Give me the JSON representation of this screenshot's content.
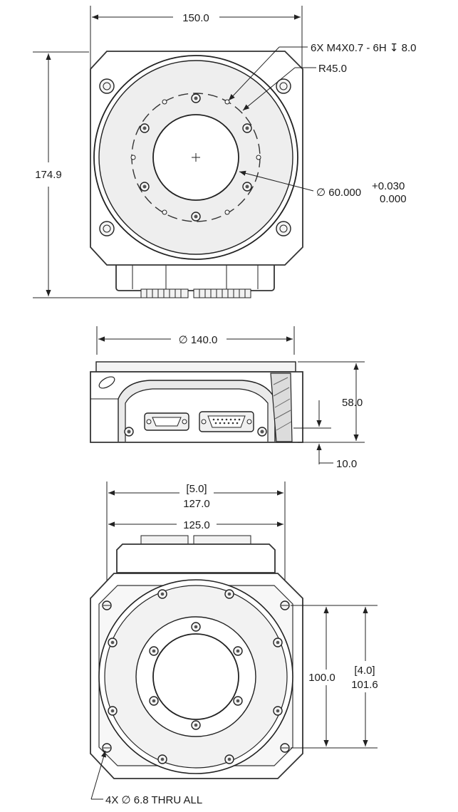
{
  "top_view": {
    "width_dim": "150.0",
    "height_dim": "174.9",
    "tapped_holes_note": "6X M4X0.7 - 6H ↧ 8.0",
    "radius_note": "R45.0",
    "bore_dia": "∅ 60.000",
    "bore_tol_upper": "+0.030",
    "bore_tol_lower": "0.000"
  },
  "side_view": {
    "dia_dim": "∅ 140.0",
    "height_dim": "58.0",
    "base_dim": "10.0"
  },
  "bottom_view": {
    "width_inch": "[5.0]",
    "width_mm": "127.0",
    "hole_span": "125.0",
    "vert_span": "100.0",
    "vert_inch": "[4.0]",
    "vert_mm": "101.6",
    "thru_note": "4X  ∅ 6.8 THRU ALL"
  }
}
